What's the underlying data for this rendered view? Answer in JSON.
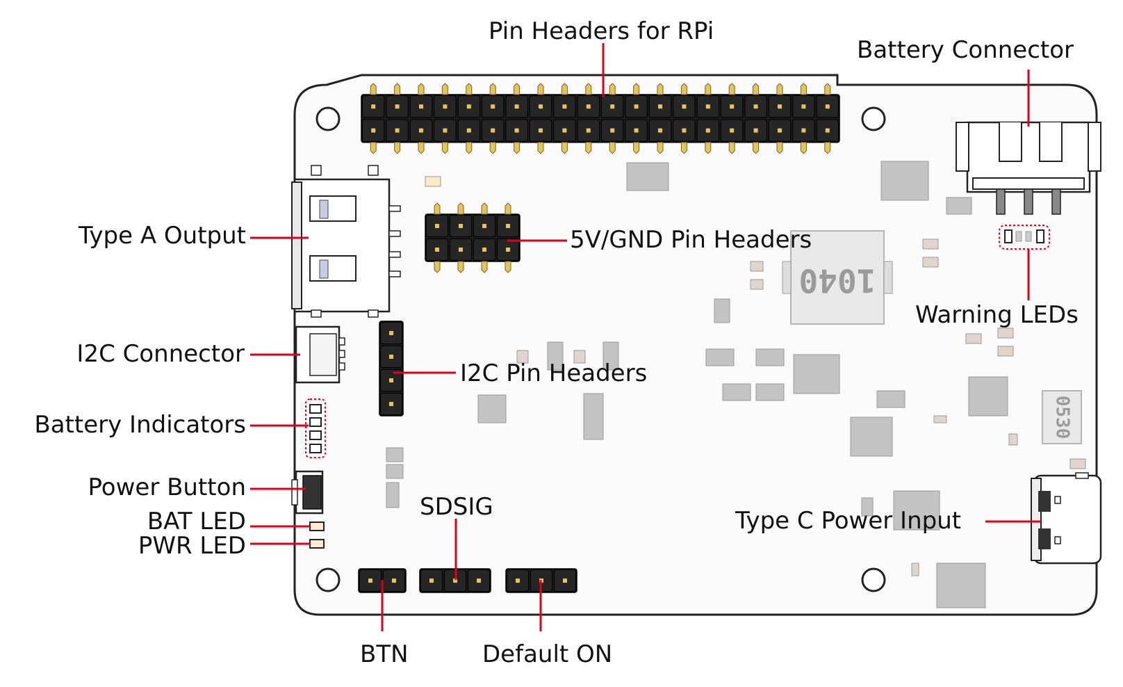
{
  "labels": {
    "pin_headers_rpi": "Pin Headers for RPi",
    "battery_connector": "Battery Connector",
    "type_a_output": "Type A Output",
    "gnd_5v_headers": "5V/GND Pin Headers",
    "warning_leds": "Warning LEDs",
    "i2c_connector": "I2C Connector",
    "i2c_pin_headers": "I2C Pin Headers",
    "battery_indicators": "Battery Indicators",
    "power_button": "Power Button",
    "bat_led": "BAT LED",
    "pwr_led": "PWR LED",
    "sdsig": "SDSIG",
    "type_c_input": "Type C Power Input",
    "btn": "BTN",
    "default_on": "Default ON"
  },
  "chip_markings": {
    "inductor_large": "1040",
    "inductor_small": "0530"
  },
  "colors": {
    "board": "#fafafa",
    "outline": "#222222",
    "pointer": "#e3001b",
    "header_body": "#1b1b1b",
    "pin_gold": "#e6c45c",
    "component_gray": "#bdbdbd"
  }
}
